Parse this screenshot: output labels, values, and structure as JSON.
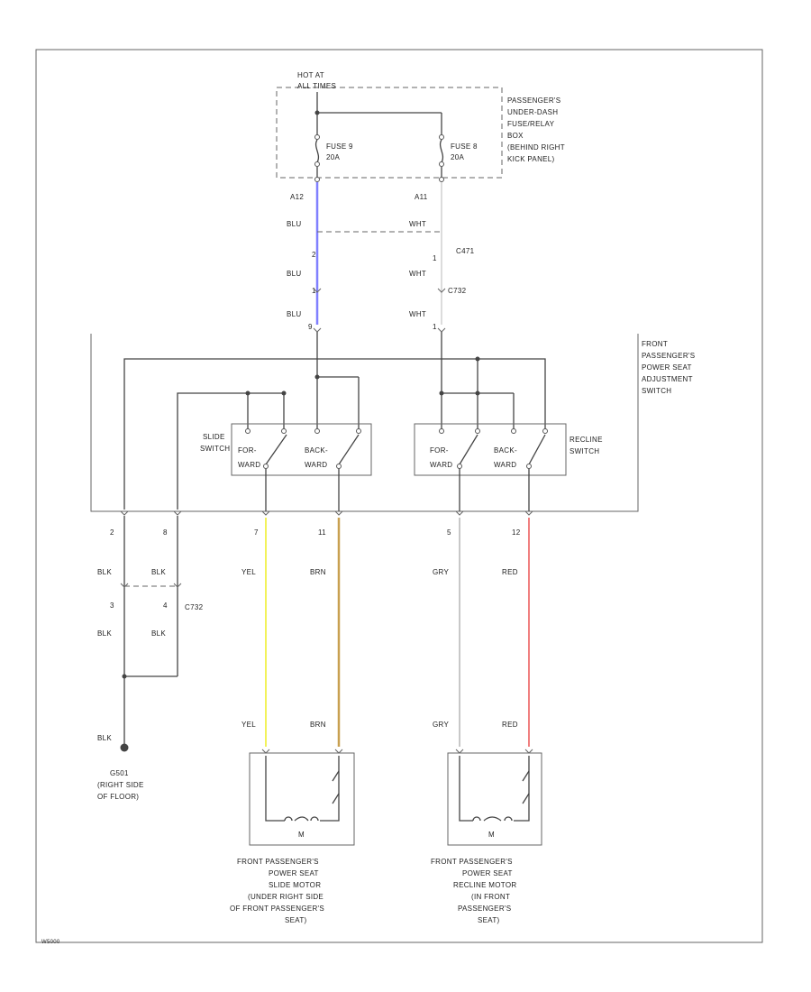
{
  "colors": {
    "blu": "#8080ff",
    "wht": "#d8d8d8",
    "yel": "#f2f25a",
    "brn": "#c8a050",
    "gry": "#c8c8c8",
    "red": "#f08080",
    "blk": "#444444"
  },
  "fuse_box": {
    "hot_label_1": "HOT AT",
    "hot_label_2": "ALL TIMES",
    "name": [
      "PASSENGER'S",
      "UNDER-DASH",
      "FUSE/RELAY",
      "BOX",
      "(BEHIND RIGHT",
      "KICK PANEL)"
    ],
    "fuse_left_1": "FUSE 9",
    "fuse_left_2": "20A",
    "fuse_right_1": "FUSE 8",
    "fuse_right_2": "20A",
    "pin_left": "A12",
    "pin_right": "A11"
  },
  "connectors": {
    "c471": "C471",
    "c732_top": "C732",
    "c732_bottom": "C732",
    "c732_pin_left_top": "1",
    "c471_pin": "2",
    "c732_pin_right_top": "1",
    "switch_pin_left": "9",
    "switch_pin_right": "1"
  },
  "wires": {
    "blu_1": "BLU",
    "blu_2": "BLU",
    "blu_3": "BLU",
    "wht_1": "WHT",
    "wht_2": "WHT",
    "wht_3": "WHT",
    "blk_l1": "BLK",
    "blk_r1": "BLK",
    "blk_l2": "BLK",
    "blk_r2": "BLK",
    "blk_g": "BLK",
    "yel_1": "YEL",
    "yel_2": "YEL",
    "brn_1": "BRN",
    "brn_2": "BRN",
    "gry_1": "GRY",
    "gry_2": "GRY",
    "red_1": "RED",
    "red_2": "RED"
  },
  "pins": {
    "p2": "2",
    "p8": "8",
    "p7": "7",
    "p11": "11",
    "p5": "5",
    "p12": "12",
    "c_left": "3",
    "c_right": "4"
  },
  "switch_assembly": {
    "name": [
      "FRONT",
      "PASSENGER'S",
      "POWER SEAT",
      "ADJUSTMENT",
      "SWITCH"
    ],
    "slide_1": "SLIDE",
    "slide_2": "SWITCH",
    "recline_1": "RECLINE",
    "recline_2": "SWITCH",
    "for_1": "FOR-",
    "for_2": "WARD",
    "back_1": "BACK-",
    "back_2": "WARD",
    "for2_1": "FOR-",
    "for2_2": "WARD",
    "back2_1": "BACK-",
    "back2_2": "WARD"
  },
  "ground": {
    "name": [
      "G501",
      "(RIGHT SIDE",
      "OF FLOOR)"
    ]
  },
  "motors": {
    "symbol": "M",
    "slide_name": [
      "FRONT PASSENGER'S",
      "POWER SEAT",
      "SLIDE MOTOR",
      "(UNDER RIGHT SIDE",
      "OF FRONT PASSENGER'S",
      "SEAT)"
    ],
    "recline_name": [
      "FRONT PASSENGER'S",
      "POWER SEAT",
      "RECLINE MOTOR",
      "(IN FRONT",
      "PASSENGER'S",
      "SEAT)"
    ]
  },
  "footer_id": "W5000"
}
